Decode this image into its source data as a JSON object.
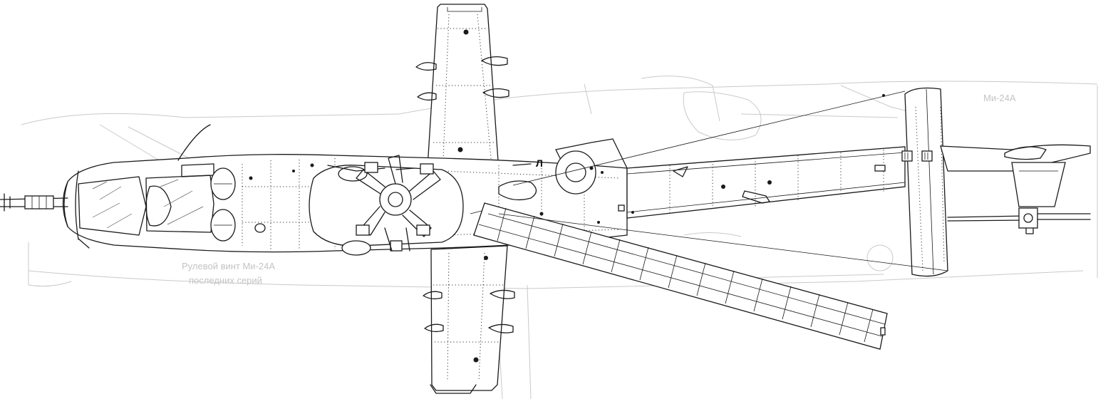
{
  "figure": {
    "ghost_labels": {
      "rotor_caption_line1": "Рулевой винт Ми-24А",
      "rotor_caption_line2": "последних серий",
      "ghost_variant": "Ми-24А"
    },
    "marker_label": "Л",
    "colors": {
      "ink": "#1a1a1a",
      "ghost": "#c9c9c9",
      "background": "#ffffff"
    }
  }
}
